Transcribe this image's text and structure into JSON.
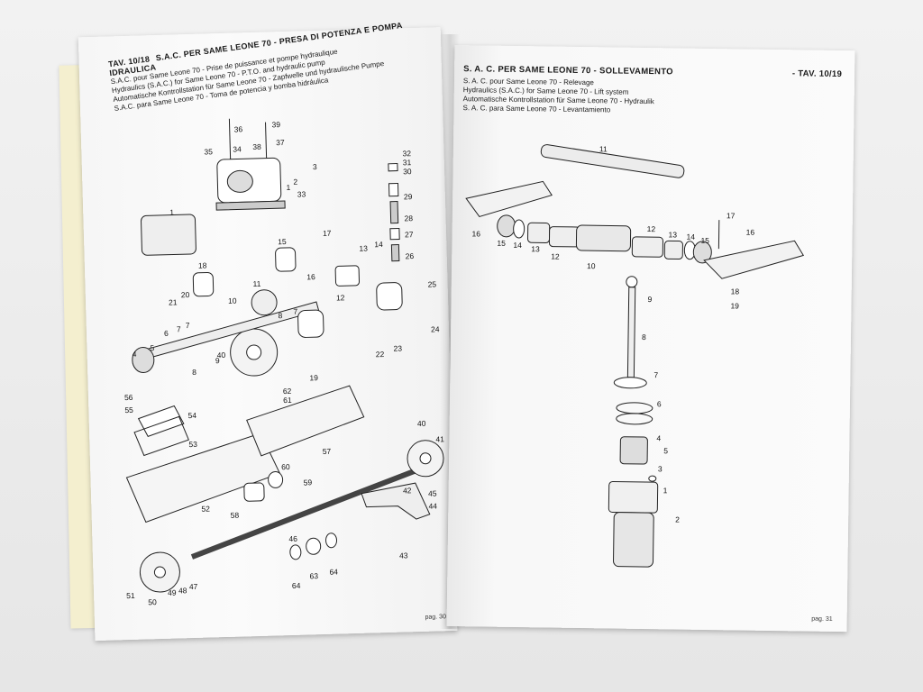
{
  "left_page": {
    "table": "TAV. 10/18",
    "title": "S.A.C. PER SAME LEONE 70 - PRESA DI POTENZA E POMPA IDRAULICA",
    "subtitle_lines": [
      "S.A.C. pour Same Leone 70 - Prise de puissance et pompe hydraulique",
      "Hydraulics (S.A.C.) for Same Leone 70 - P.T.O. and hydraulic pump",
      "Automatische Kontrollstation für Same Leone 70 - Zapfwelle und hydraulische Pumpe",
      "S.A.C. para Same Leone 70 - Toma de potencia y bomba hidráulica"
    ],
    "page_number": "pag. 30",
    "part_labels": [
      "1",
      "2",
      "3",
      "4",
      "5",
      "6",
      "7",
      "7",
      "7",
      "8",
      "8",
      "9",
      "10",
      "11",
      "12",
      "13",
      "14",
      "15",
      "16",
      "17",
      "18",
      "19",
      "20",
      "21",
      "22",
      "23",
      "24",
      "25",
      "26",
      "27",
      "28",
      "29",
      "30",
      "31",
      "32",
      "33",
      "34",
      "35",
      "36",
      "37",
      "38",
      "39",
      "40",
      "40",
      "41",
      "42",
      "43",
      "44",
      "45",
      "46",
      "47",
      "48",
      "49",
      "50",
      "51",
      "52",
      "53",
      "54",
      "55",
      "56",
      "57",
      "58",
      "59",
      "60",
      "61",
      "62",
      "63",
      "64",
      "64"
    ]
  },
  "right_page": {
    "title": "S. A. C. PER SAME LEONE 70 - SOLLEVAMENTO",
    "table": "- TAV. 10/19",
    "subtitle_lines": [
      "S. A. C. pour Same Leone 70 - Relevage",
      "Hydraulics (S.A.C.) for Same Leone 70 - Lift system",
      "Automatische Kontrollstation für Same Leone 70 - Hydraulik",
      "S. A. C. para Same Leone 70 - Levantamiento"
    ],
    "page_number": "pag. 31",
    "part_labels": [
      "1",
      "2",
      "3",
      "4",
      "5",
      "6",
      "7",
      "8",
      "9",
      "10",
      "11",
      "12",
      "12",
      "13",
      "13",
      "14",
      "14",
      "15",
      "15",
      "16",
      "16",
      "17",
      "18",
      "19"
    ]
  },
  "colors": {
    "paper": "#fbfbfb",
    "ink": "#1a1a1a",
    "yellow_pages": "#f4efcf",
    "background": "#ededed"
  }
}
